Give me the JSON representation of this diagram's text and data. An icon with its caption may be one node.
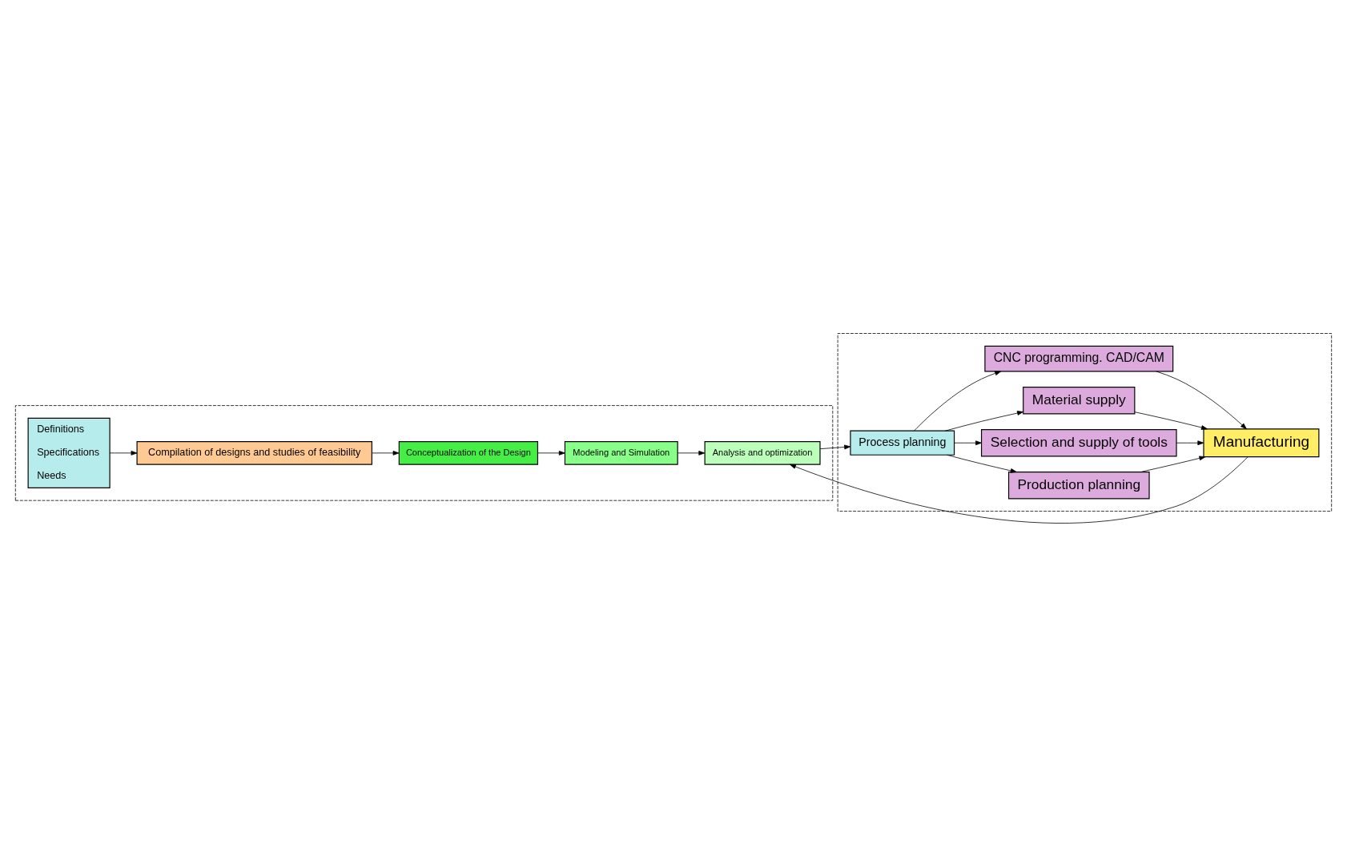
{
  "diagram": {
    "nodes": [
      {
        "text": [],
        "shape": "box"
      },
      {
        "text": [
          "Definitions",
          "Specifications",
          "Needs"
        ],
        "in": 0
      },
      {
        "text": [
          "Compilation of designs and studies of feasibility"
        ],
        "in": 0
      },
      {
        "text": [
          "Analysis and optimization"
        ],
        "in": 0
      },
      {
        "text": [
          "Modeling and Simulation"
        ],
        "in": 0
      },
      {
        "text": [
          "Conceptualization of the Design"
        ],
        "in": 0
      },
      {
        "text": [],
        "shape": "box"
      },
      {
        "text": [
          "Process planning"
        ],
        "in": 6
      },
      {
        "text": [
          "Production planning"
        ],
        "in": 6
      },
      {
        "text": [
          "Selection and supply of tools"
        ],
        "in": 6
      },
      {
        "text": [
          "Material supply"
        ],
        "in": 6
      },
      {
        "text": [
          "CNC programming. CAD/CAM"
        ],
        "in": 6
      },
      {
        "text": [
          "Manufacturing"
        ],
        "in": 6
      }
    ],
    "edges": [
      {
        "from": 1,
        "to": 2,
        "arrow": "to"
      },
      {
        "from": 2,
        "to": 5,
        "arrow": "to"
      },
      {
        "from": 5,
        "to": 4,
        "arrow": "to"
      },
      {
        "from": 4,
        "to": 3,
        "arrow": "to"
      },
      {
        "from": 3,
        "to": 7,
        "arrow": "to"
      },
      {
        "from": 7,
        "to": 8,
        "arrow": "to"
      },
      {
        "from": 7,
        "to": 9,
        "arrow": "to"
      },
      {
        "from": 7,
        "to": 10,
        "arrow": "to"
      },
      {
        "from": 7,
        "to": 11,
        "arrow": "to"
      },
      {
        "from": 8,
        "to": 12,
        "arrow": "to"
      },
      {
        "from": 9,
        "to": 12,
        "arrow": "to"
      },
      {
        "from": 10,
        "to": 12,
        "arrow": "to"
      },
      {
        "from": 11,
        "to": 12,
        "arrow": "to"
      },
      {
        "from": 12,
        "to": 3,
        "arrow": "to"
      }
    ]
  }
}
